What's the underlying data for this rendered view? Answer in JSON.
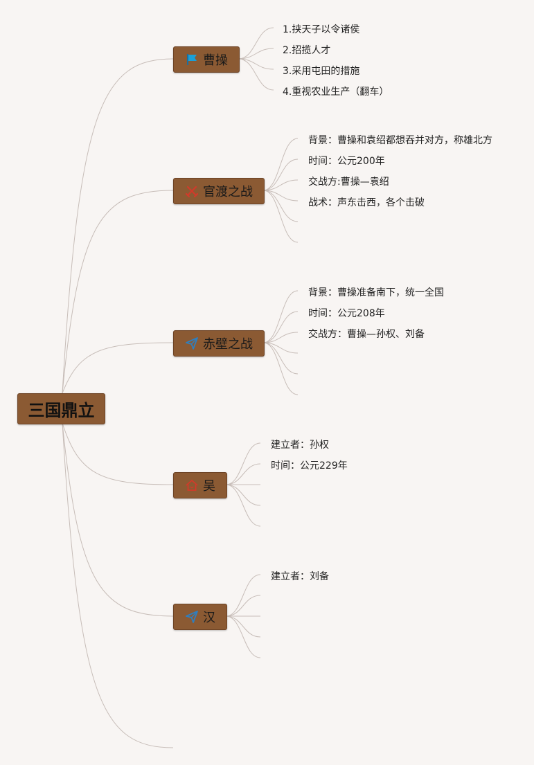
{
  "root": {
    "label": "三国鼎立"
  },
  "branches": [
    {
      "label": "曹操",
      "icon": "flag-icon",
      "items": [
        "1.挟天子以令诸侯",
        "2.招揽人才",
        "3.采用屯田的措施",
        "4.重视农业生产（翻车）"
      ]
    },
    {
      "label": "官渡之战",
      "icon": "crossed-swords-icon",
      "items": [
        "背景：曹操和袁绍都想吞并对方，称雄北方",
        "时间：公元200年",
        "交战方:曹操—袁绍",
        "战术：声东击西，各个击破",
        "",
        ""
      ]
    },
    {
      "label": "赤壁之战",
      "icon": "paper-plane-icon",
      "items": [
        "背景：曹操准备南下，统一全国",
        "时间：公元208年",
        "交战方：曹操—孙权、刘备",
        "",
        "",
        ""
      ]
    },
    {
      "label": "吴",
      "icon": "house-icon",
      "items": [
        "建立者：孙权",
        "时间：公元229年",
        "",
        "",
        ""
      ]
    },
    {
      "label": "汉",
      "icon": "paper-plane-icon",
      "items": [
        "建立者：刘备",
        "",
        "",
        "",
        ""
      ]
    },
    {
      "label": "",
      "icon": "",
      "items": []
    }
  ],
  "colors": {
    "node_fill": "#8b5a33",
    "link": "#c7bdb8",
    "background": "#f8f5f3",
    "flag": "#1aa0d8",
    "swords": "#d23a2a",
    "plane": "#2f7fbf",
    "house": "#d23a2a"
  }
}
